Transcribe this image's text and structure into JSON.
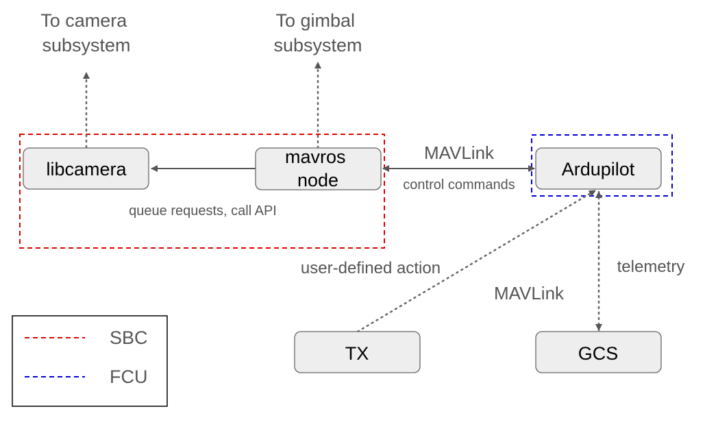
{
  "nodes": {
    "libcamera": "libcamera",
    "mavros_line1": "mavros",
    "mavros_line2": "node",
    "ardupilot": "Ardupilot",
    "tx": "TX",
    "gcs": "GCS"
  },
  "external": {
    "camera_line1": "To camera",
    "camera_line2": "subsystem",
    "gimbal_line1": "To gimbal",
    "gimbal_line2": "subsystem"
  },
  "edge_labels": {
    "queue_requests": "queue requests, call API",
    "mavlink_top": "MAVLink",
    "control_commands": "control commands",
    "user_defined_action": "user-defined action",
    "mavlink_bottom": "MAVLink",
    "telemetry": "telemetry"
  },
  "legend": {
    "sbc": "SBC",
    "fcu": "FCU"
  },
  "colors": {
    "sbc_boundary": "#e00000",
    "fcu_boundary": "#0000dd",
    "node_fill": "#eeeeee",
    "node_border": "#666666",
    "connector": "#555555"
  }
}
